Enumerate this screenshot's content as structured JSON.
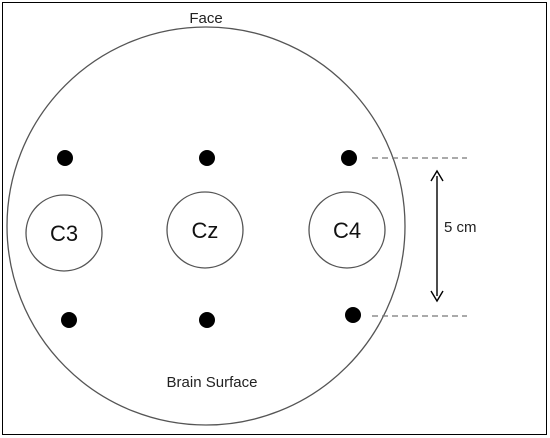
{
  "diagram": {
    "top_label": "Face",
    "bottom_label": "Brain Surface",
    "electrodes": [
      {
        "id": "c3",
        "label": "C3"
      },
      {
        "id": "cz",
        "label": "Cz"
      },
      {
        "id": "c4",
        "label": "C4"
      }
    ],
    "distance_label": "5 cm",
    "colors": {
      "outline": "#555555",
      "electrode_fill": "#ffffff",
      "dot": "#000000",
      "dashed": "#777777"
    }
  }
}
